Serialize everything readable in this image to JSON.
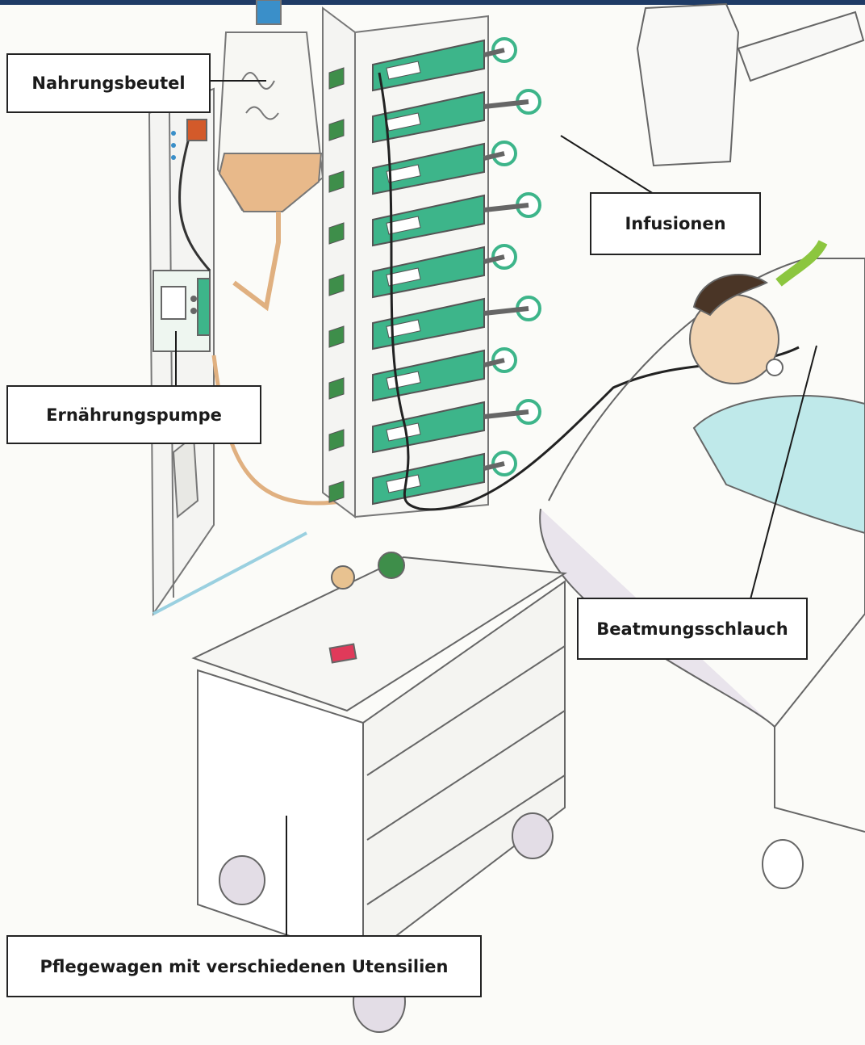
{
  "labels": {
    "nahrungsbeutel": "Nahrungsbeutel",
    "infusionen": "Infusionen",
    "ernaehrungspumpe": "Ernährungspumpe",
    "beatmungsschlauch": "Beatmungsschlauch",
    "pflegewagen": "Pflegewagen mit verschiedenen Utensilien"
  },
  "colors": {
    "header_bar": "#1f3b66",
    "pump_green": "#3db58a",
    "feed_orange": "#e8b98a",
    "gown_blue": "#bfe9ea",
    "tube_green": "#8cc63f",
    "red_patch": "#e03a5a"
  }
}
